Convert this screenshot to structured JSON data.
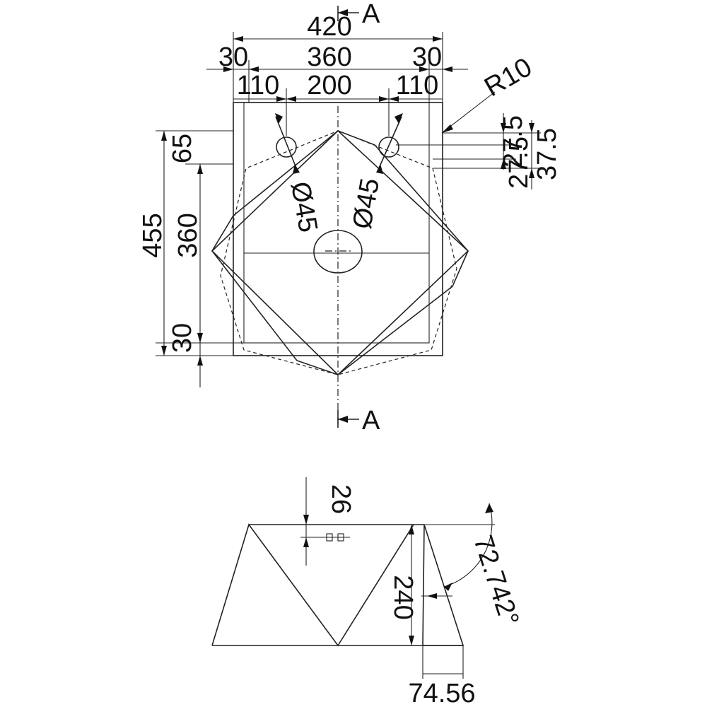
{
  "plan": {
    "section_mark": "A",
    "dim_total_width": "420",
    "dim_left_margin": "30",
    "dim_inner_width": "360",
    "dim_right_margin": "30",
    "dim_left_hole_offset": "110",
    "dim_hole_spacing": "200",
    "dim_right_hole_offset": "110",
    "dim_radius": "R10",
    "dim_top_offset_a": "27.5",
    "dim_top_offset_b": "27.5",
    "dim_top_offset_c": "37.5",
    "dim_top_rim": "65",
    "dim_total_depth": "455",
    "dim_inner_depth": "360",
    "dim_bottom_rim": "30",
    "dim_hole_left": "Ø45",
    "dim_hole_right": "Ø45"
  },
  "section": {
    "dim_top": "26",
    "dim_height": "240",
    "dim_angle": "72.742°",
    "dim_bottom": "74.56"
  }
}
